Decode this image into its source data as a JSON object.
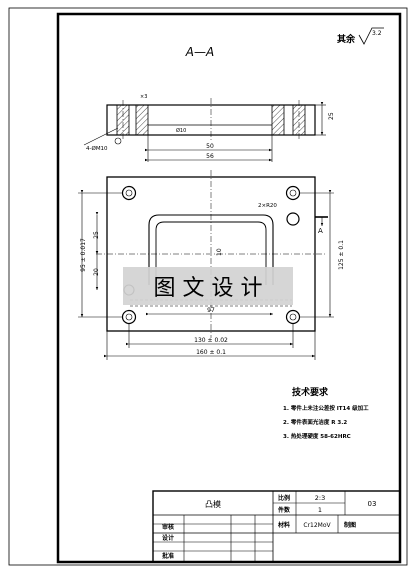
{
  "section_label": "A—A",
  "surface_note": "其余",
  "surface_symbol": "3.2",
  "section_view": {
    "dim_hole": "4-ØM10",
    "dim_inner": "50",
    "dim_outer": "56",
    "dim_height": "25",
    "dim_bore": "Ø10",
    "dim_chamfer": "×3"
  },
  "plan_view": {
    "dim_height_tol": "95 ± 0.017",
    "dim_25": "25",
    "dim_20": "20",
    "dim_10": "10",
    "dim_right": "125 ± 0.1",
    "dim_inner_w": "97",
    "dim_width_1": "130 ± 0.02",
    "dim_width_2": "160 ± 0.1",
    "dim_corner": "2×R20",
    "section_mark": "A",
    "watermark": "图 文 设 计"
  },
  "tech": {
    "title": "技术要求",
    "items": [
      "1. 零件上未注公差按 IT14 级加工",
      "2. 零件表面光洁度 R 3.2",
      "3. 热处理硬度 58-62HRC"
    ]
  },
  "title_block": {
    "part_name": "凸模",
    "scale_label": "比例",
    "scale_value": "2:3",
    "qty_label": "件数",
    "qty_value": "1",
    "drawing_no": "03",
    "material_label": "材料",
    "material_value": "Cr12MoV",
    "designer_label": "设计",
    "checker_label": "审核",
    "drafter_label": "制图",
    "approve_label": "批准"
  }
}
